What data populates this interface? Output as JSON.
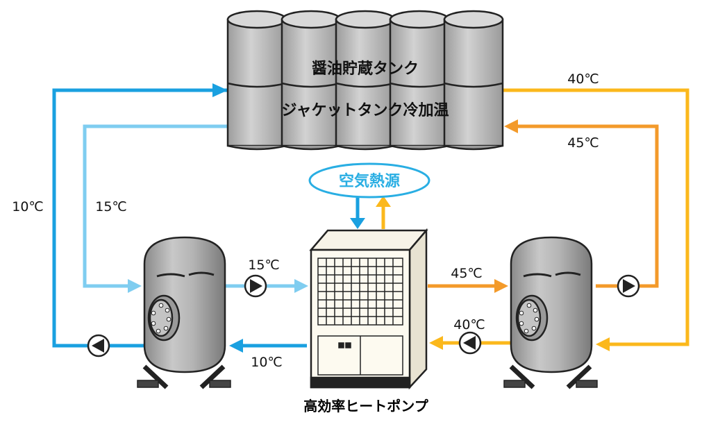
{
  "diagram": {
    "tank_label_1": "醤油貯蔵タンク",
    "tank_label_2": "ジャケットタンク冷加温",
    "air_source": "空気熱源",
    "heat_pump": "高効率ヒートポンプ",
    "temps": {
      "cold_left_outer": "10℃",
      "cold_left_inner": "15℃",
      "cold_to_pump": "15℃",
      "cold_from_pump": "10℃",
      "hot_from_pump": "45℃",
      "hot_to_pump": "40℃",
      "hot_right_top": "40℃",
      "hot_right_inner": "45℃"
    }
  },
  "colors": {
    "cold_dark": "#1aa0e0",
    "cold_light": "#7fcdf0",
    "hot_yellow": "#fbb81c",
    "hot_orange": "#f39a2a",
    "metal": "#a9a9a9",
    "outline": "#222222"
  }
}
